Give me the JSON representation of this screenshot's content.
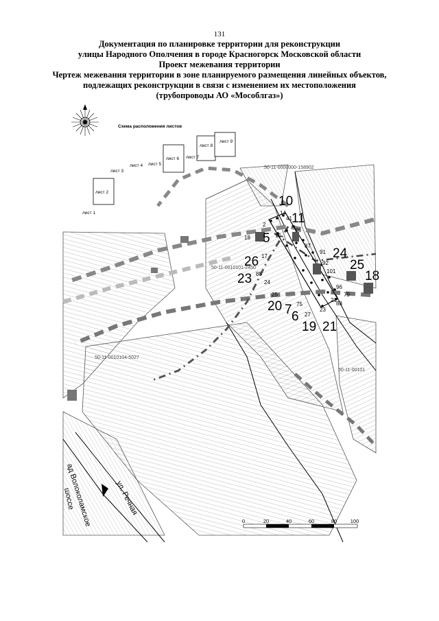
{
  "page": {
    "number": "131"
  },
  "title": {
    "line1": "Документация по планировке территории для реконструкции",
    "line2": "улицы Народного Ополчения в городе Красногорск Московской области",
    "line3": "Проект межевания территории",
    "line4": "Чертеж межевания территории в зоне планируемого размещения линейных объектов,",
    "line5": "подлежащих реконструкции в связи  с изменением их местоположения",
    "line6": "(трубопроводы АО «Мособлгаз»)"
  },
  "scheme": {
    "title": "Схема расположения листов",
    "sheets": [
      "лист 1",
      "лист 2",
      "лист 3",
      "лист 4",
      "лист 5",
      "лист 6",
      "лист 7",
      "лист 8",
      "лист 9"
    ]
  },
  "cadastral": {
    "c1": "50-11-0000000-158902",
    "c2": "50-11-0010101-2450",
    "c3": "50-11-0010104-5027",
    "c4": "50-11-00101"
  },
  "big_labels": {
    "l10": "10",
    "l11": "11",
    "l5": "5",
    "l26": "26",
    "l23": "23",
    "l24": "24",
    "l25": "25",
    "l18": "18",
    "l20": "20",
    "l7": "7",
    "l6": "6",
    "l19": "19",
    "l21": "21"
  },
  "small_labels": {
    "s14": "14",
    "s41": "41",
    "s86": "86",
    "s18": "18",
    "s2": "2",
    "s87": "87",
    "s91": "91",
    "s17": "17",
    "s85": "85",
    "s92": "92",
    "s101": "101",
    "s24": "24",
    "s25": "25",
    "s75": "75",
    "s27": "27",
    "s23": "23",
    "s96": "96",
    "s79": "79",
    "s88": "88",
    "s21": "21",
    "s16": "16"
  },
  "streets": {
    "rechnaya": "ул. Речная",
    "volokolamskoe": "ад Волоколамское",
    "shosse": "шоссе"
  },
  "scale": {
    "ticks": [
      "0",
      "20",
      "40",
      "60",
      "80",
      "100"
    ]
  },
  "colors": {
    "line": "#000000",
    "boundary": "#777777",
    "hatch": "#9a9a9a",
    "gray_dash": "#b0b0b0"
  },
  "icons": {
    "compass": "compass-rose-icon",
    "north_arrow": "north-arrow-icon"
  }
}
